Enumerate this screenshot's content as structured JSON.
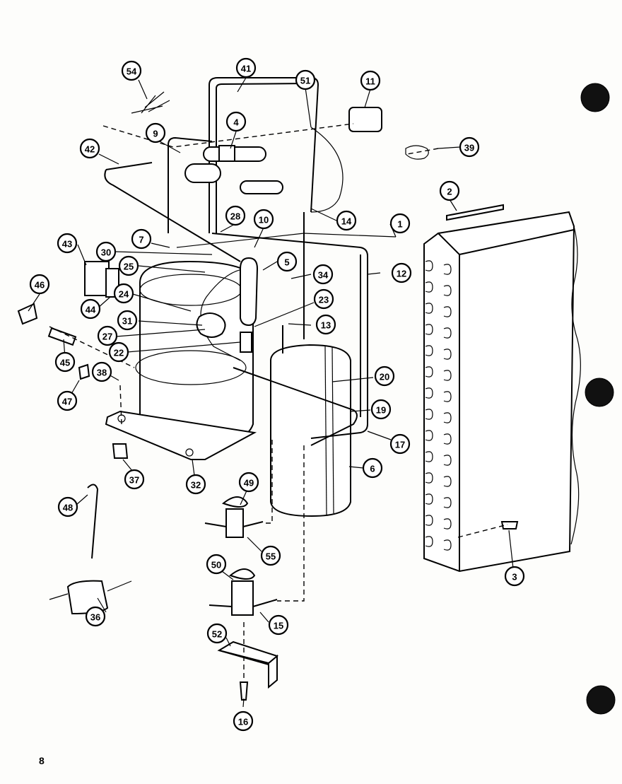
{
  "page": {
    "number": "8"
  },
  "callouts": [
    {
      "label": "54"
    },
    {
      "label": "41"
    },
    {
      "label": "51"
    },
    {
      "label": "11"
    },
    {
      "label": "4"
    },
    {
      "label": "9"
    },
    {
      "label": "39"
    },
    {
      "label": "42"
    },
    {
      "label": "2"
    },
    {
      "label": "14"
    },
    {
      "label": "28"
    },
    {
      "label": "10"
    },
    {
      "label": "1"
    },
    {
      "label": "7"
    },
    {
      "label": "43"
    },
    {
      "label": "30"
    },
    {
      "label": "25"
    },
    {
      "label": "5"
    },
    {
      "label": "34"
    },
    {
      "label": "12"
    },
    {
      "label": "46"
    },
    {
      "label": "24"
    },
    {
      "label": "44"
    },
    {
      "label": "23"
    },
    {
      "label": "31"
    },
    {
      "label": "13"
    },
    {
      "label": "27"
    },
    {
      "label": "22"
    },
    {
      "label": "45"
    },
    {
      "label": "38"
    },
    {
      "label": "20"
    },
    {
      "label": "47"
    },
    {
      "label": "19"
    },
    {
      "label": "17"
    },
    {
      "label": "37"
    },
    {
      "label": "32"
    },
    {
      "label": "6"
    },
    {
      "label": "49"
    },
    {
      "label": "48"
    },
    {
      "label": "55"
    },
    {
      "label": "3"
    },
    {
      "label": "50"
    },
    {
      "label": "36"
    },
    {
      "label": "15"
    },
    {
      "label": "52"
    },
    {
      "label": "16"
    }
  ]
}
